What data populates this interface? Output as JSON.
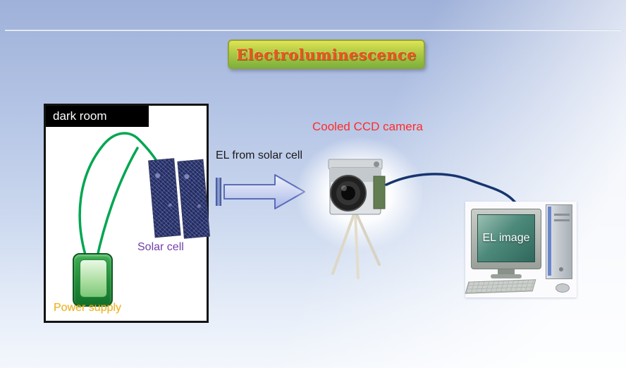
{
  "slide": {
    "title": "Electroluminescence"
  },
  "dark_room": {
    "label": "dark room",
    "solar_cell_label": "Solar cell",
    "power_supply_label": "Power supply"
  },
  "flow": {
    "arrow_label": "EL from solar cell",
    "camera_label": "Cooled CCD camera",
    "screen_label": "EL image"
  },
  "colors": {
    "background_top": "#9fb1d9",
    "background_bottom": "#f3f7fc",
    "title_text": "#e8571e",
    "title_gradient_top": "#e0e455",
    "title_gradient_bottom": "#7cb13c",
    "dark_room_header_bg": "#000000",
    "solar_cell_label": "#7040a8",
    "power_supply_label": "#f2b722",
    "camera_label": "#ff2b2b",
    "arrow_label": "#1a1a1a",
    "wire_green": "#00a651",
    "cable_navy": "#17356e",
    "arrow_fill_light": "#eef1fb",
    "arrow_fill_dark": "#b9c4ee",
    "arrow_border": "#5b6db8"
  }
}
